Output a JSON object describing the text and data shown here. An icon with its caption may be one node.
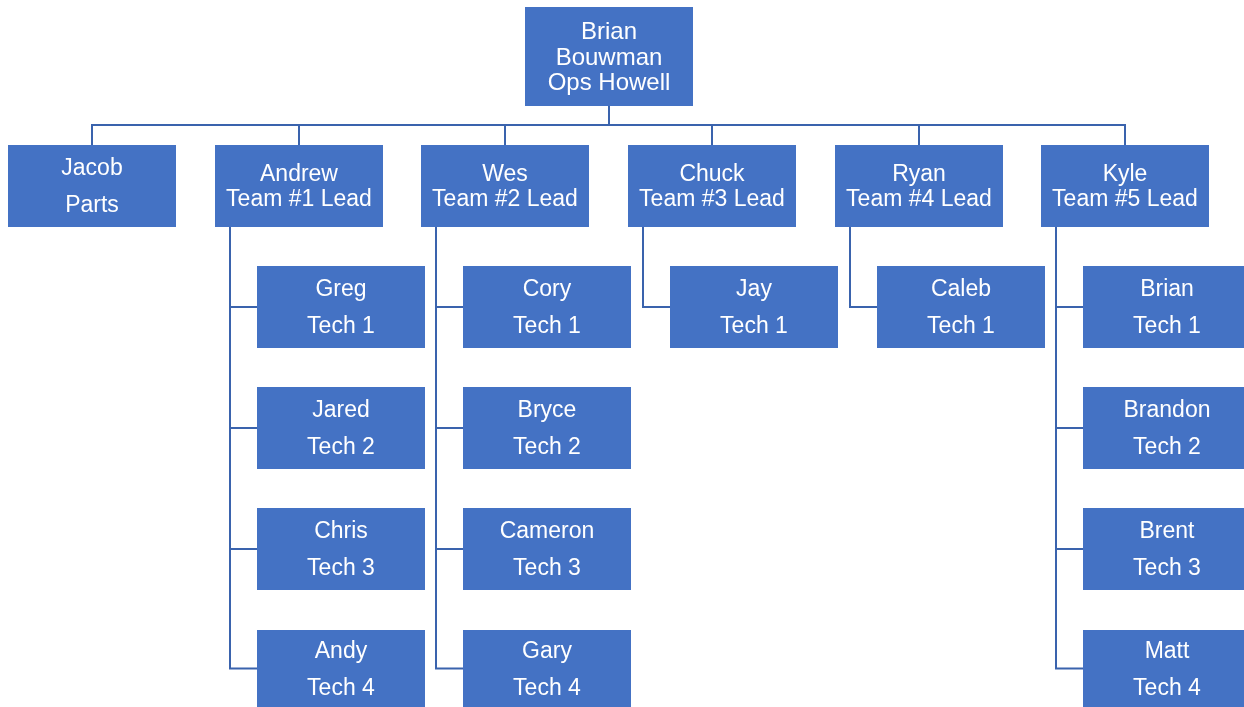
{
  "diagram": {
    "nodes": [
      {
        "text": [
          "Brian Bouwman",
          "Ops Howell"
        ]
      },
      {
        "text": [
          "Jacob",
          "Parts"
        ]
      },
      {
        "text": [
          "Andrew",
          "Team #1 Lead"
        ]
      },
      {
        "text": [
          "Wes",
          "Team #2 Lead"
        ]
      },
      {
        "text": [
          "Chuck",
          "Team #3 Lead"
        ]
      },
      {
        "text": [
          "Ryan",
          "Team #4 Lead"
        ]
      },
      {
        "text": [
          "Kyle",
          "Team #5 Lead"
        ]
      },
      {
        "text": [
          "Greg",
          "Tech 1"
        ]
      },
      {
        "text": [
          "Jared",
          "Tech 2"
        ]
      },
      {
        "text": [
          "Chris",
          "Tech 3"
        ]
      },
      {
        "text": [
          "Andy",
          "Tech 4"
        ]
      },
      {
        "text": [
          "Cory",
          "Tech 1"
        ]
      },
      {
        "text": [
          "Bryce",
          "Tech 2"
        ]
      },
      {
        "text": [
          "Cameron",
          "Tech 3"
        ]
      },
      {
        "text": [
          "Gary",
          "Tech 4"
        ]
      },
      {
        "text": [
          "Jay",
          "Tech 1"
        ]
      },
      {
        "text": [
          "Caleb",
          "Tech 1"
        ]
      },
      {
        "text": [
          "Brian",
          "Tech 1"
        ]
      },
      {
        "text": [
          "Brandon",
          "Tech 2"
        ]
      },
      {
        "text": [
          "Brent",
          "Tech 3"
        ]
      },
      {
        "text": [
          "Matt",
          "Tech 4"
        ]
      }
    ],
    "edges": [
      {
        "from": 0,
        "to": 1,
        "arrow": "none"
      },
      {
        "from": 0,
        "to": 2,
        "arrow": "none"
      },
      {
        "from": 0,
        "to": 3,
        "arrow": "none"
      },
      {
        "from": 0,
        "to": 4,
        "arrow": "none"
      },
      {
        "from": 0,
        "to": 5,
        "arrow": "none"
      },
      {
        "from": 0,
        "to": 6,
        "arrow": "none"
      },
      {
        "from": 2,
        "to": 7,
        "arrow": "none"
      },
      {
        "from": 2,
        "to": 8,
        "arrow": "none"
      },
      {
        "from": 2,
        "to": 9,
        "arrow": "none"
      },
      {
        "from": 2,
        "to": 10,
        "arrow": "none"
      },
      {
        "from": 3,
        "to": 11,
        "arrow": "none"
      },
      {
        "from": 3,
        "to": 12,
        "arrow": "none"
      },
      {
        "from": 3,
        "to": 13,
        "arrow": "none"
      },
      {
        "from": 3,
        "to": 14,
        "arrow": "none"
      },
      {
        "from": 4,
        "to": 15,
        "arrow": "none"
      },
      {
        "from": 5,
        "to": 16,
        "arrow": "none"
      },
      {
        "from": 6,
        "to": 17,
        "arrow": "none"
      },
      {
        "from": 6,
        "to": 18,
        "arrow": "none"
      },
      {
        "from": 6,
        "to": 19,
        "arrow": "none"
      },
      {
        "from": 6,
        "to": 20,
        "arrow": "none"
      }
    ]
  }
}
